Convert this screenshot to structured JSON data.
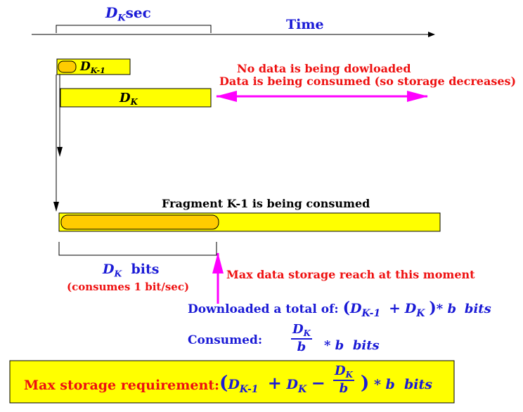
{
  "colors": {
    "bar_fill": "#ffff00",
    "inner_fill": "#ffcc00",
    "arrow_magenta": "#ff00ff",
    "text_blue": "#1a1ad6",
    "text_red": "#ee1111"
  },
  "top": {
    "dk": "D",
    "dk_sub": "K",
    "sec": "sec",
    "time": "Time"
  },
  "bars": {
    "dk1_main": "D",
    "dk1_sub": "K-1",
    "dk_main": "D",
    "dk_sub": "K"
  },
  "notes": {
    "no_data": "No data is being dowloaded",
    "consumed": "Data is being consumed (so storage decreases)",
    "fragment": "Fragment K-1 is being consumed",
    "max_moment": "Max data storage reach at this moment"
  },
  "dk_bits": {
    "d": "D",
    "sub": "K",
    "bits": "bits",
    "rate": "(consumes 1 bit/sec)"
  },
  "downloaded": {
    "label": "Downloaded a total of:",
    "lparen": "(",
    "d1": "D",
    "d1_sub": "K-1",
    "plus": "+",
    "d2": "D",
    "d2_sub": "K",
    "rparen": ")",
    "times": "* b",
    "bits": "bits"
  },
  "consumed": {
    "label": "Consumed:",
    "num": "D",
    "num_sub": "K",
    "den": "b",
    "times": "* b",
    "bits": "bits"
  },
  "max_req": {
    "label": "Max storage requirement:",
    "lparen": "(",
    "d1": "D",
    "d1_sub": "K-1",
    "plus": "+",
    "d2": "D",
    "d2_sub": "K",
    "minus": "−",
    "num": "D",
    "num_sub": "K",
    "den": "b",
    "rparen": ")",
    "times": "* b",
    "bits": "bits"
  }
}
